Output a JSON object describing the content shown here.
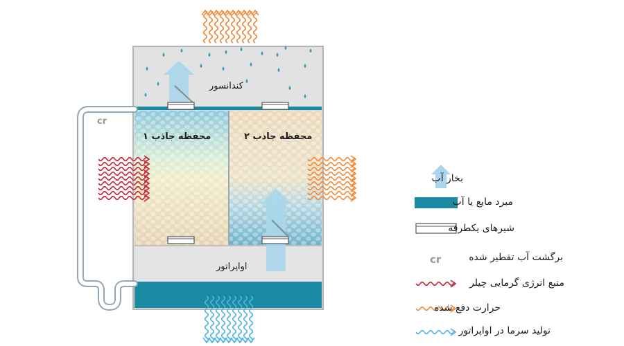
{
  "labels": {
    "condenser": "کندانسور",
    "evaporator": "اواپراتور",
    "chamber1": "محفظه جاذب ۱",
    "chamber2": "محفظه جاذب ۲",
    "cr_pipe": "cr"
  },
  "legend": [
    {
      "key": "vapor",
      "text": "بخار آب",
      "icon": "vapor-arrow-icon",
      "color": "#a9d6ea"
    },
    {
      "key": "liquid",
      "text": "مبرد مایع یا آب",
      "icon": "liquid-bar-icon",
      "color": "#1a8aa3"
    },
    {
      "key": "valve",
      "text": "شیرهای یکطرفه",
      "icon": "check-valve-icon",
      "color": "#ffffff"
    },
    {
      "key": "cr",
      "text": "برگشت آب تقطیر شده",
      "icon": "cr-icon",
      "symbol": "cr",
      "color": "#9a9a9a"
    },
    {
      "key": "heat_source",
      "text": "منبع انرژی گرمایی چیلر",
      "icon": "red-wave-arrow-icon",
      "color": "#c8243a"
    },
    {
      "key": "heat_rejected",
      "text": "حرارت دفع شده",
      "icon": "orange-wave-arrow-icon",
      "color": "#f08a3a"
    },
    {
      "key": "cooling",
      "text": "تولید سرما در اواپراتور",
      "icon": "blue-wave-arrow-icon",
      "color": "#4fb4e0"
    }
  ],
  "colors": {
    "shell": "#dcdcdc",
    "shell_border": "#b5b5b5",
    "liquid": "#1a8aa3",
    "droplet": "#3a9ab8",
    "vapor": "#a9d6ea",
    "heat_source": "#c8243a",
    "heat_rejected": "#f08a3a",
    "cooling": "#4fb4e0",
    "pipe": "#cfd8dc"
  }
}
